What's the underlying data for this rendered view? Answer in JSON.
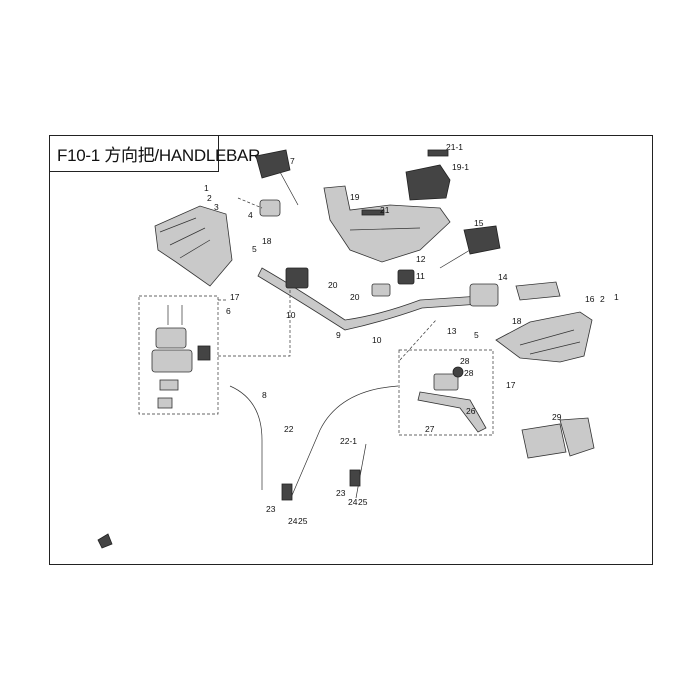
{
  "title": "F10-1 方向把/HANDLEBAR",
  "callouts": [
    "1",
    "2",
    "3",
    "4",
    "5",
    "6",
    "7",
    "8",
    "9",
    "10",
    "11",
    "12",
    "13",
    "14",
    "15",
    "16",
    "17",
    "18",
    "19",
    "19-1",
    "20",
    "21",
    "21-1",
    "22",
    "22-1",
    "23",
    "24",
    "25",
    "26",
    "27",
    "28",
    "29"
  ],
  "icons": {
    "corner_mark": "page-corner-icon"
  }
}
